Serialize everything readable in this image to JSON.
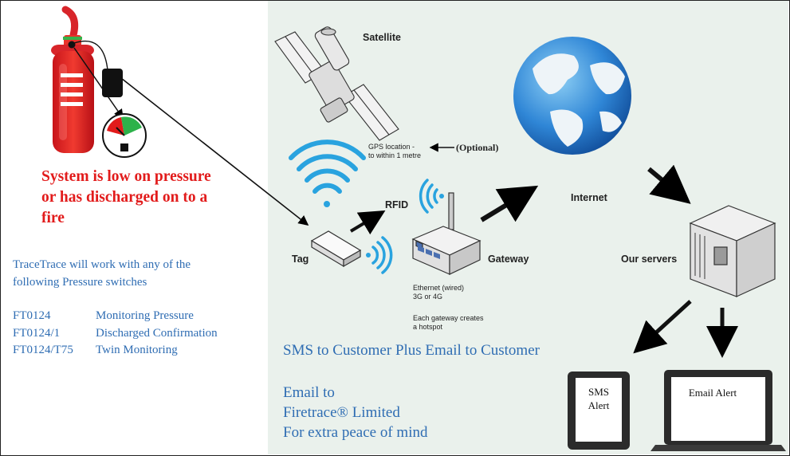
{
  "left": {
    "alert_lines": [
      "System is low on pressure",
      "or has discharged on to a",
      "fire"
    ],
    "intro_lines": [
      "TraceTrace will work with any of the",
      "following Pressure switches"
    ],
    "pressure_switches": [
      {
        "code": "FT0124",
        "description": "Monitoring Pressure"
      },
      {
        "code": "FT0124/1",
        "description": "Discharged Confirmation"
      },
      {
        "code": "FT0124/T75",
        "description": "Twin Monitoring"
      }
    ]
  },
  "diagram": {
    "satellite_label": "Satellite",
    "gps_lines": [
      "GPS location -",
      "to within 1 metre"
    ],
    "optional_label": "(Optional)",
    "rfid_label": "RFID",
    "tag_label": "Tag",
    "gateway_label": "Gateway",
    "internet_label": "Internet",
    "servers_label": "Our servers",
    "ethernet_lines": [
      "Ethernet (wired)",
      "3G or 4G"
    ],
    "hotspot_lines": [
      "Each gateway creates",
      "a hotspot"
    ],
    "sms_device_lines": [
      "SMS",
      "Alert"
    ],
    "email_device_label": "Email Alert"
  },
  "bottom": {
    "sms_email_line": "SMS to Customer Plus Email to Customer",
    "email_lines": [
      "Email to",
      "Firetrace® Limited",
      "For extra peace of mind"
    ]
  },
  "colors": {
    "alert_red": "#e21b1b",
    "text_blue": "#2f6db3",
    "panel_bg": "#eaf1ec",
    "wifi_blue": "#29a3df"
  }
}
